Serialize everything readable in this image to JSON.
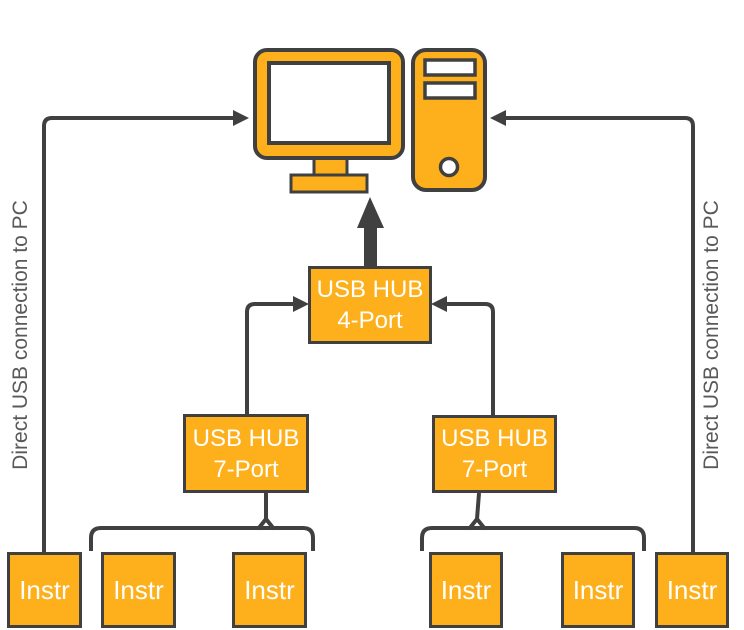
{
  "colors": {
    "accent": "#FDB01C",
    "outline": "#404040",
    "side_text": "#595959",
    "label_text": "#FFFFFF"
  },
  "icons": {
    "monitor": "monitor-icon",
    "tower": "pc-tower-icon"
  },
  "hubs": {
    "hub4": {
      "line1": "USB HUB",
      "line2": "4-Port"
    },
    "hub7_left": {
      "line1": "USB HUB",
      "line2": "7-Port"
    },
    "hub7_right": {
      "line1": "USB HUB",
      "line2": "7-Port"
    }
  },
  "instruments": [
    "Instr",
    "Instr",
    "Instr",
    "Instr",
    "Instr",
    "Instr"
  ],
  "side_labels": {
    "left": "Direct USB connection to PC",
    "right": "Direct USB connection to PC"
  }
}
